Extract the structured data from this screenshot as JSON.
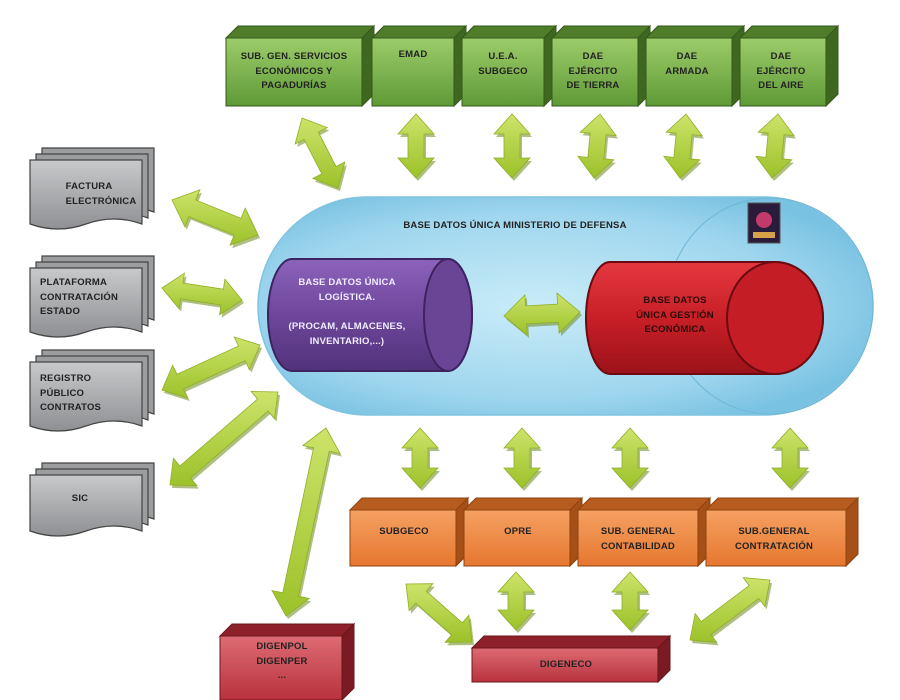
{
  "central": {
    "title": "BASE DATOS ÚNICA MINISTERIO DE DEFENSA",
    "logistica": "BASE DATOS ÚNICA\nLOGÍSTICA.\n\n(PROCAM, ALMACENES,\nINVENTARIO,...)",
    "economica": "BASE DATOS\nÚNICA GESTIÓN\nECONÓMICA"
  },
  "top_boxes": [
    "SUB. GEN. SERVICIOS\nECONÓMICOS Y\nPAGADURÍAS",
    "EMAD",
    "U.E.A.\nSUBGECO",
    "DAE\nEJÉRCITO\nDE TIERRA",
    "DAE\nARMADA",
    "DAE\nEJÉRCITO\nDEL AIRE"
  ],
  "left_docs": [
    "FACTURA\nELECTRÓNICA",
    "PLATAFORMA\nCONTRATACIÓN\nESTADO",
    "REGISTRO\nPÚBLICO\nCONTRATOS",
    "SIC"
  ],
  "orange_boxes": [
    "SUBGECO",
    "OPRE",
    "SUB. GENERAL\nCONTABILIDAD",
    "SUB.GENERAL\nCONTRATACIÓN"
  ],
  "red_boxes": [
    "DIGENPOL\nDIGENPER\n...",
    "DIGENECO"
  ],
  "colors": {
    "green_box": "#7ab648",
    "orange_box": "#ee8a43",
    "red_box": "#c7434e",
    "arrow": "#b3d334",
    "ellipse": "#a9dcf1",
    "cyl_purple": "#7a52a8",
    "cyl_red": "#d3242c",
    "doc_grey": "#8a8c8e"
  }
}
